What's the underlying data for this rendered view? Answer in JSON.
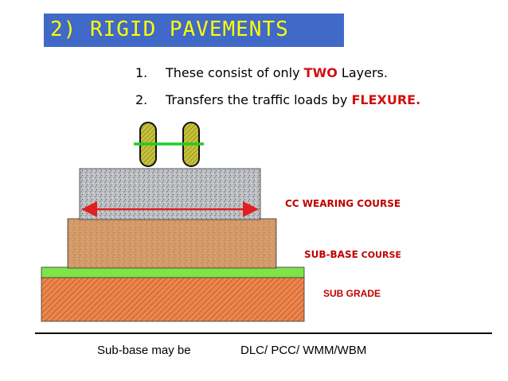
{
  "slide": {
    "title": "2) RIGID PAVEMENTS",
    "points": [
      {
        "num": "1.",
        "before": "These consist of only ",
        "highlight": "TWO",
        "after": " Layers."
      },
      {
        "num": "2.",
        "before": "Transfers the traffic loads by ",
        "highlight": "FLEXURE.",
        "after": ""
      }
    ],
    "labels": {
      "cc_wearing": "CC WEARING COURSE",
      "sub_base_bold": "SUB-BASE",
      "sub_base_rest": " COURSE",
      "sub_grade": "SUB GRADE"
    },
    "footer": {
      "label": "Sub-base may be",
      "value": "DLC/ PCC/ WMM/WBM"
    }
  },
  "colors": {
    "title_bg": "#4169c8",
    "title_text": "#ffff00",
    "highlight": "#d01010",
    "concrete": "#b9bcc0",
    "sub_base": "#d39a6a",
    "green_strip": "#7fe34a",
    "sub_grade": "#e8884e",
    "arrow": "#e02020",
    "axle": "#22cc22",
    "wheel": "#b8b030"
  }
}
